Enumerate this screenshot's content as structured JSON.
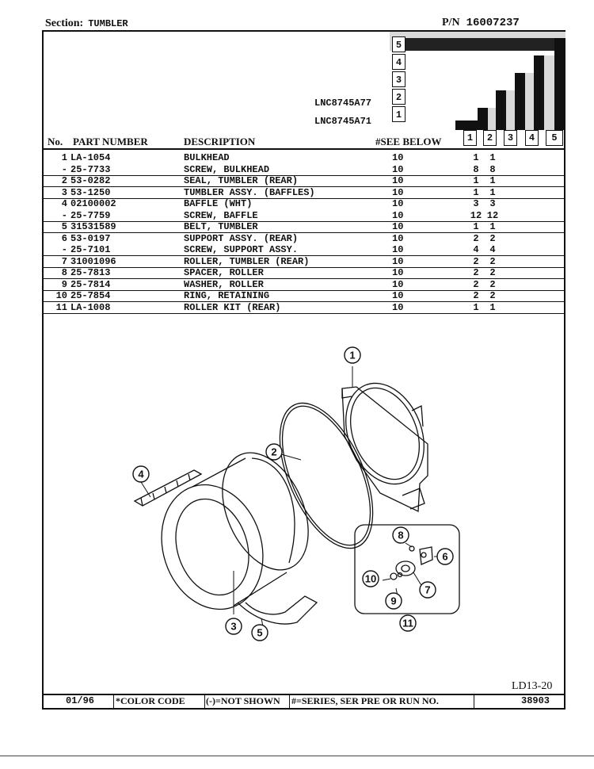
{
  "header": {
    "section_label": "Section:",
    "section_value": "TUMBLER",
    "pn_label": "P/N",
    "pn_value": "16007237"
  },
  "series": {
    "numbers": [
      "5",
      "4",
      "3",
      "2",
      "1"
    ],
    "models": [
      "LNC8745A77",
      "LNC8745A71"
    ],
    "columns": [
      "1",
      "2",
      "3",
      "4",
      "5"
    ]
  },
  "columns": {
    "no": "No.",
    "part_number": "PART NUMBER",
    "description": "DESCRIPTION",
    "see_below": "#SEE BELOW"
  },
  "parts": [
    {
      "no": "1",
      "part": "LA-1054",
      "desc": "BULKHEAD",
      "see": "10",
      "q1": "1",
      "q2": "1",
      "ul": false
    },
    {
      "no": "-",
      "part": "25-7733",
      "desc": "SCREW, BULKHEAD",
      "see": "10",
      "q1": "8",
      "q2": "8",
      "ul": true
    },
    {
      "no": "2",
      "part": "53-0282",
      "desc": "SEAL, TUMBLER (REAR)",
      "see": "10",
      "q1": "1",
      "q2": "1",
      "ul": true
    },
    {
      "no": "3",
      "part": "53-1250",
      "desc": "TUMBLER ASSY. (BAFFLES)",
      "see": "10",
      "q1": "1",
      "q2": "1",
      "ul": true
    },
    {
      "no": "4",
      "part": "02100002",
      "desc": "BAFFLE (WHT)",
      "see": "10",
      "q1": "3",
      "q2": "3",
      "ul": false
    },
    {
      "no": "-",
      "part": "25-7759",
      "desc": "SCREW, BAFFLE",
      "see": "10",
      "q1": "12",
      "q2": "12",
      "ul": true
    },
    {
      "no": "5",
      "part": "31531589",
      "desc": "BELT, TUMBLER",
      "see": "10",
      "q1": "1",
      "q2": "1",
      "ul": true
    },
    {
      "no": "6",
      "part": "53-0197",
      "desc": "SUPPORT ASSY. (REAR)",
      "see": "10",
      "q1": "2",
      "q2": "2",
      "ul": false
    },
    {
      "no": "-",
      "part": "25-7101",
      "desc": "SCREW, SUPPORT ASSY.",
      "see": "10",
      "q1": "4",
      "q2": "4",
      "ul": true
    },
    {
      "no": "7",
      "part": "31001096",
      "desc": "ROLLER, TUMBLER (REAR)",
      "see": "10",
      "q1": "2",
      "q2": "2",
      "ul": true
    },
    {
      "no": "8",
      "part": "25-7813",
      "desc": "SPACER, ROLLER",
      "see": "10",
      "q1": "2",
      "q2": "2",
      "ul": true
    },
    {
      "no": "9",
      "part": "25-7814",
      "desc": "WASHER, ROLLER",
      "see": "10",
      "q1": "2",
      "q2": "2",
      "ul": true
    },
    {
      "no": "10",
      "part": "25-7854",
      "desc": "RING, RETAINING",
      "see": "10",
      "q1": "2",
      "q2": "2",
      "ul": true
    },
    {
      "no": "11",
      "part": "LA-1008",
      "desc": "ROLLER KIT (REAR)",
      "see": "10",
      "q1": "1",
      "q2": "1",
      "ul": true
    }
  ],
  "callouts": [
    "1",
    "2",
    "3",
    "4",
    "5",
    "6",
    "7",
    "8",
    "9",
    "10",
    "11"
  ],
  "page_ref": "LD13-20",
  "footer": {
    "date": "01/96",
    "color_code": "*COLOR CODE",
    "not_shown": "(-)=NOT SHOWN",
    "series_note": "#=SERIES, SER PRE OR RUN NO.",
    "doc_no": "38903"
  }
}
